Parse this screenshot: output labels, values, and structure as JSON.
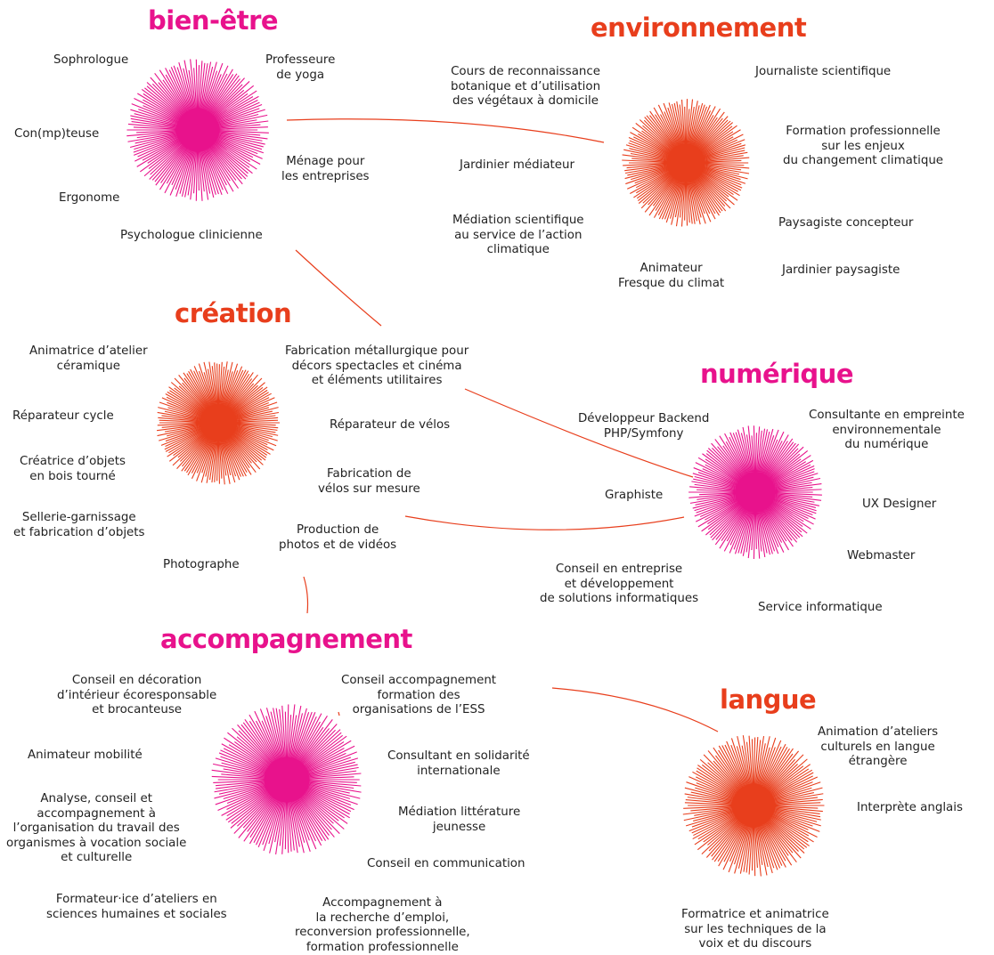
{
  "colors": {
    "pink": "#e8128c",
    "orange": "#e83e1c"
  },
  "clusters": [
    {
      "id": "bien-etre",
      "title": "bien-être",
      "color": "pink",
      "jobs": [
        "Sophrologue",
        "Professeure\nde yoga",
        "Con(mp)teuse",
        "Ménage pour\nles entreprises",
        "Ergonome",
        "Psychologue clinicienne"
      ]
    },
    {
      "id": "environnement",
      "title": "environnement",
      "color": "orange",
      "jobs": [
        "Cours de reconnaissance\nbotanique et d’utilisation\ndes végétaux à domicile",
        "Journaliste scientifique",
        "Formation professionnelle\nsur les enjeux\ndu changement climatique",
        "Jardinier médiateur",
        "Médiation scientifique\nau service de l’action\nclimatique",
        "Paysagiste concepteur",
        "Animateur\nFresque du climat",
        "Jardinier paysagiste"
      ]
    },
    {
      "id": "creation",
      "title": "création",
      "color": "orange",
      "jobs": [
        "Animatrice d’atelier\ncéramique",
        "Fabrication métallurgique pour\ndécors spectacles et cinéma\net éléments utilitaires",
        "Réparateur cycle",
        "Réparateur de vélos",
        "Créatrice d’objets\nen bois tourné",
        "Fabrication de\nvélos sur mesure",
        "Sellerie-garnissage\net fabrication d’objets",
        "Production de\nphotos et de vidéos",
        "Photographe"
      ]
    },
    {
      "id": "numerique",
      "title": "numérique",
      "color": "pink",
      "jobs": [
        "Développeur Backend\nPHP/Symfony",
        "Consultante en empreinte\nenvironnementale\ndu numérique",
        "Graphiste",
        "UX Designer",
        "Webmaster",
        "Conseil en entreprise\net développement\nde solutions informatiques",
        "Service informatique"
      ]
    },
    {
      "id": "accompagnement",
      "title": "accompagnement",
      "color": "pink",
      "jobs": [
        "Conseil en décoration\nd’intérieur écoresponsable\net brocanteuse",
        "Conseil accompagnement\nformation des\norganisations de l’ESS",
        "Animateur mobilité",
        "Consultant en solidarité\ninternationale",
        "Analyse, conseil et\naccompagnement à\nl’organisation du travail des\norganismes à vocation sociale\net culturelle",
        "Médiation littérature\njeunesse",
        "Conseil en communication",
        "Formateur·ice d’ateliers en\nsciences humaines et sociales",
        "Accompagnement à\nla recherche d’emploi,\nreconversion professionnelle,\nformation professionnelle"
      ]
    },
    {
      "id": "langue",
      "title": "langue",
      "color": "orange",
      "jobs": [
        "Animation d’ateliers\nculturels en langue\nétrangère",
        "Interprète anglais",
        "Formatrice et animatrice\nsur les techniques de la\nvoix et du discours"
      ]
    }
  ]
}
